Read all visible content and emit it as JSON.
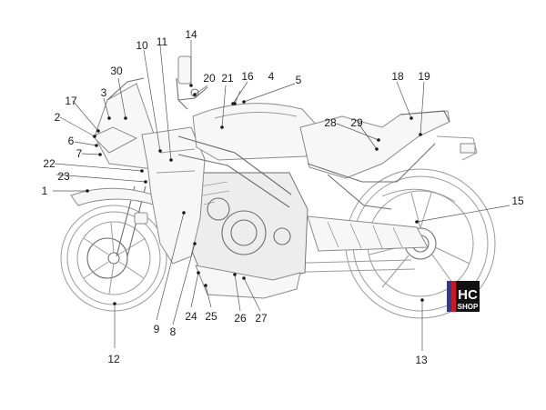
{
  "diagram": {
    "callouts": [
      {
        "label": "1"
      },
      {
        "label": "2"
      },
      {
        "label": "3"
      },
      {
        "label": "4"
      },
      {
        "label": "5"
      },
      {
        "label": "6"
      },
      {
        "label": "7"
      },
      {
        "label": "8"
      },
      {
        "label": "9"
      },
      {
        "label": "10"
      },
      {
        "label": "11"
      },
      {
        "label": "12"
      },
      {
        "label": "13"
      },
      {
        "label": "14"
      },
      {
        "label": "15"
      },
      {
        "label": "16"
      },
      {
        "label": "17"
      },
      {
        "label": "18"
      },
      {
        "label": "19"
      },
      {
        "label": "20"
      },
      {
        "label": "21"
      },
      {
        "label": "22"
      },
      {
        "label": "23"
      },
      {
        "label": "24"
      },
      {
        "label": "25"
      },
      {
        "label": "26"
      },
      {
        "label": "27"
      },
      {
        "label": "28"
      },
      {
        "label": "29"
      },
      {
        "label": "30"
      }
    ]
  },
  "watermark": {
    "brand_top": "HC",
    "brand_bottom": "SHOP",
    "colors": {
      "blue": "#1f3f9a",
      "red": "#d2161e",
      "black": "#111111"
    }
  }
}
